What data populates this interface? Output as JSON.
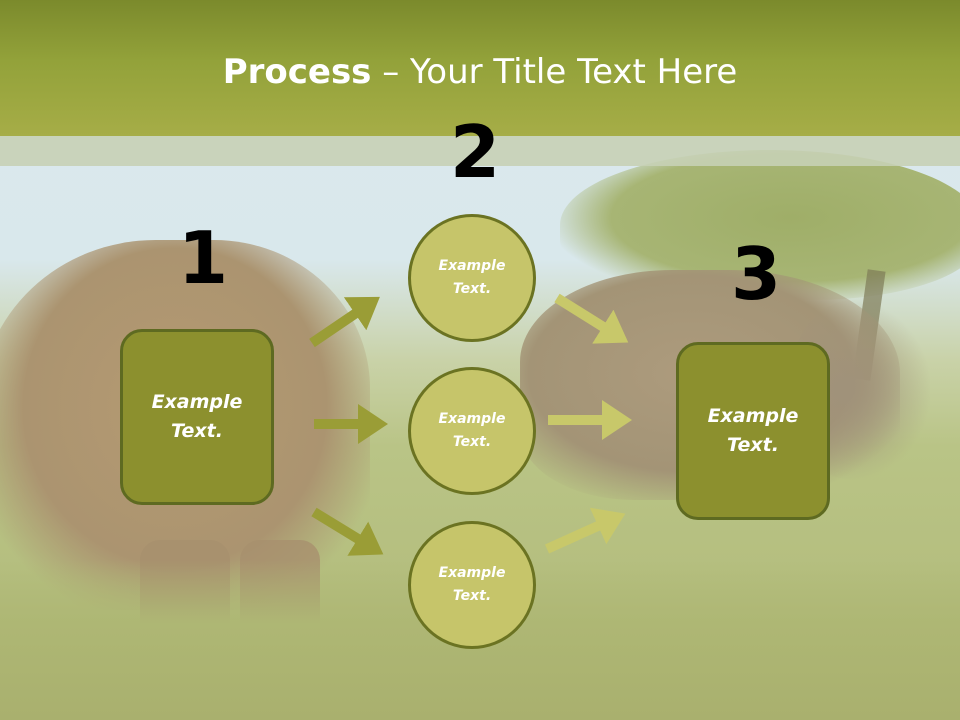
{
  "title": {
    "bold": "Process",
    "rest": " – Your Title Text Here"
  },
  "steps": {
    "one": "1",
    "two": "2",
    "three": "3"
  },
  "left_box": {
    "label": "Example Text."
  },
  "circles": [
    {
      "label": "Example Text."
    },
    {
      "label": "Example Text."
    },
    {
      "label": "Example Text."
    }
  ],
  "right_box": {
    "label": "Example Text."
  },
  "colors": {
    "title_band": "#93a23a",
    "box_fill": "#8c902e",
    "circle_fill": "#c6c56a",
    "arrow_dark": "#9a9d36",
    "arrow_light": "#c8c86a"
  }
}
